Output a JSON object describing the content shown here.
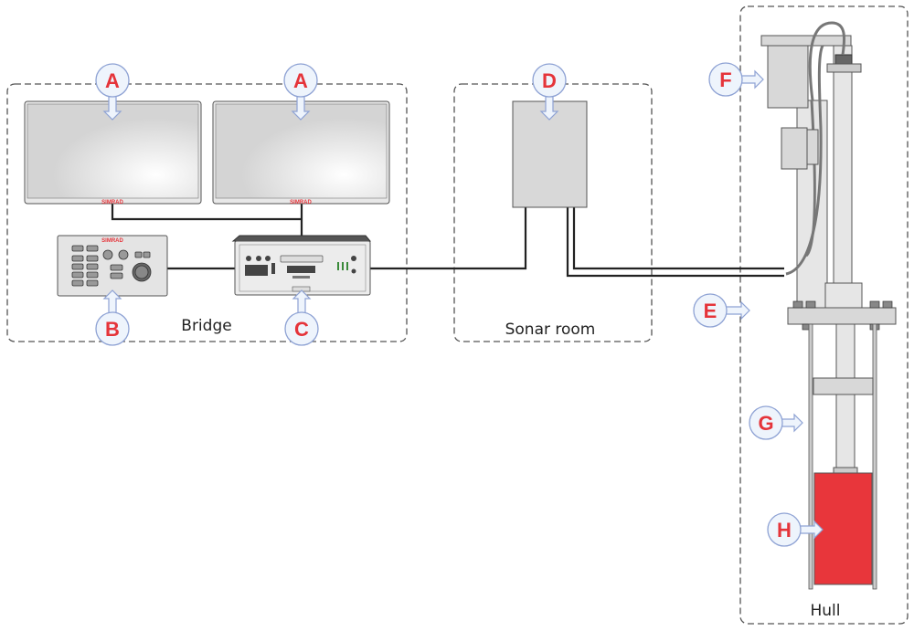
{
  "zones": {
    "bridge": "Bridge",
    "sonar_room": "Sonar room",
    "hull": "Hull"
  },
  "callouts": {
    "a1": "A",
    "a2": "A",
    "b": "B",
    "c": "C",
    "d": "D",
    "e": "E",
    "f": "F",
    "g": "G",
    "h": "H"
  },
  "brand": "SIMRAD",
  "colors": {
    "callout_letter": "#e5343a",
    "callout_fill": "#eef4fc",
    "callout_stroke": "#8ea2d4",
    "transducer": "#e8363b"
  }
}
